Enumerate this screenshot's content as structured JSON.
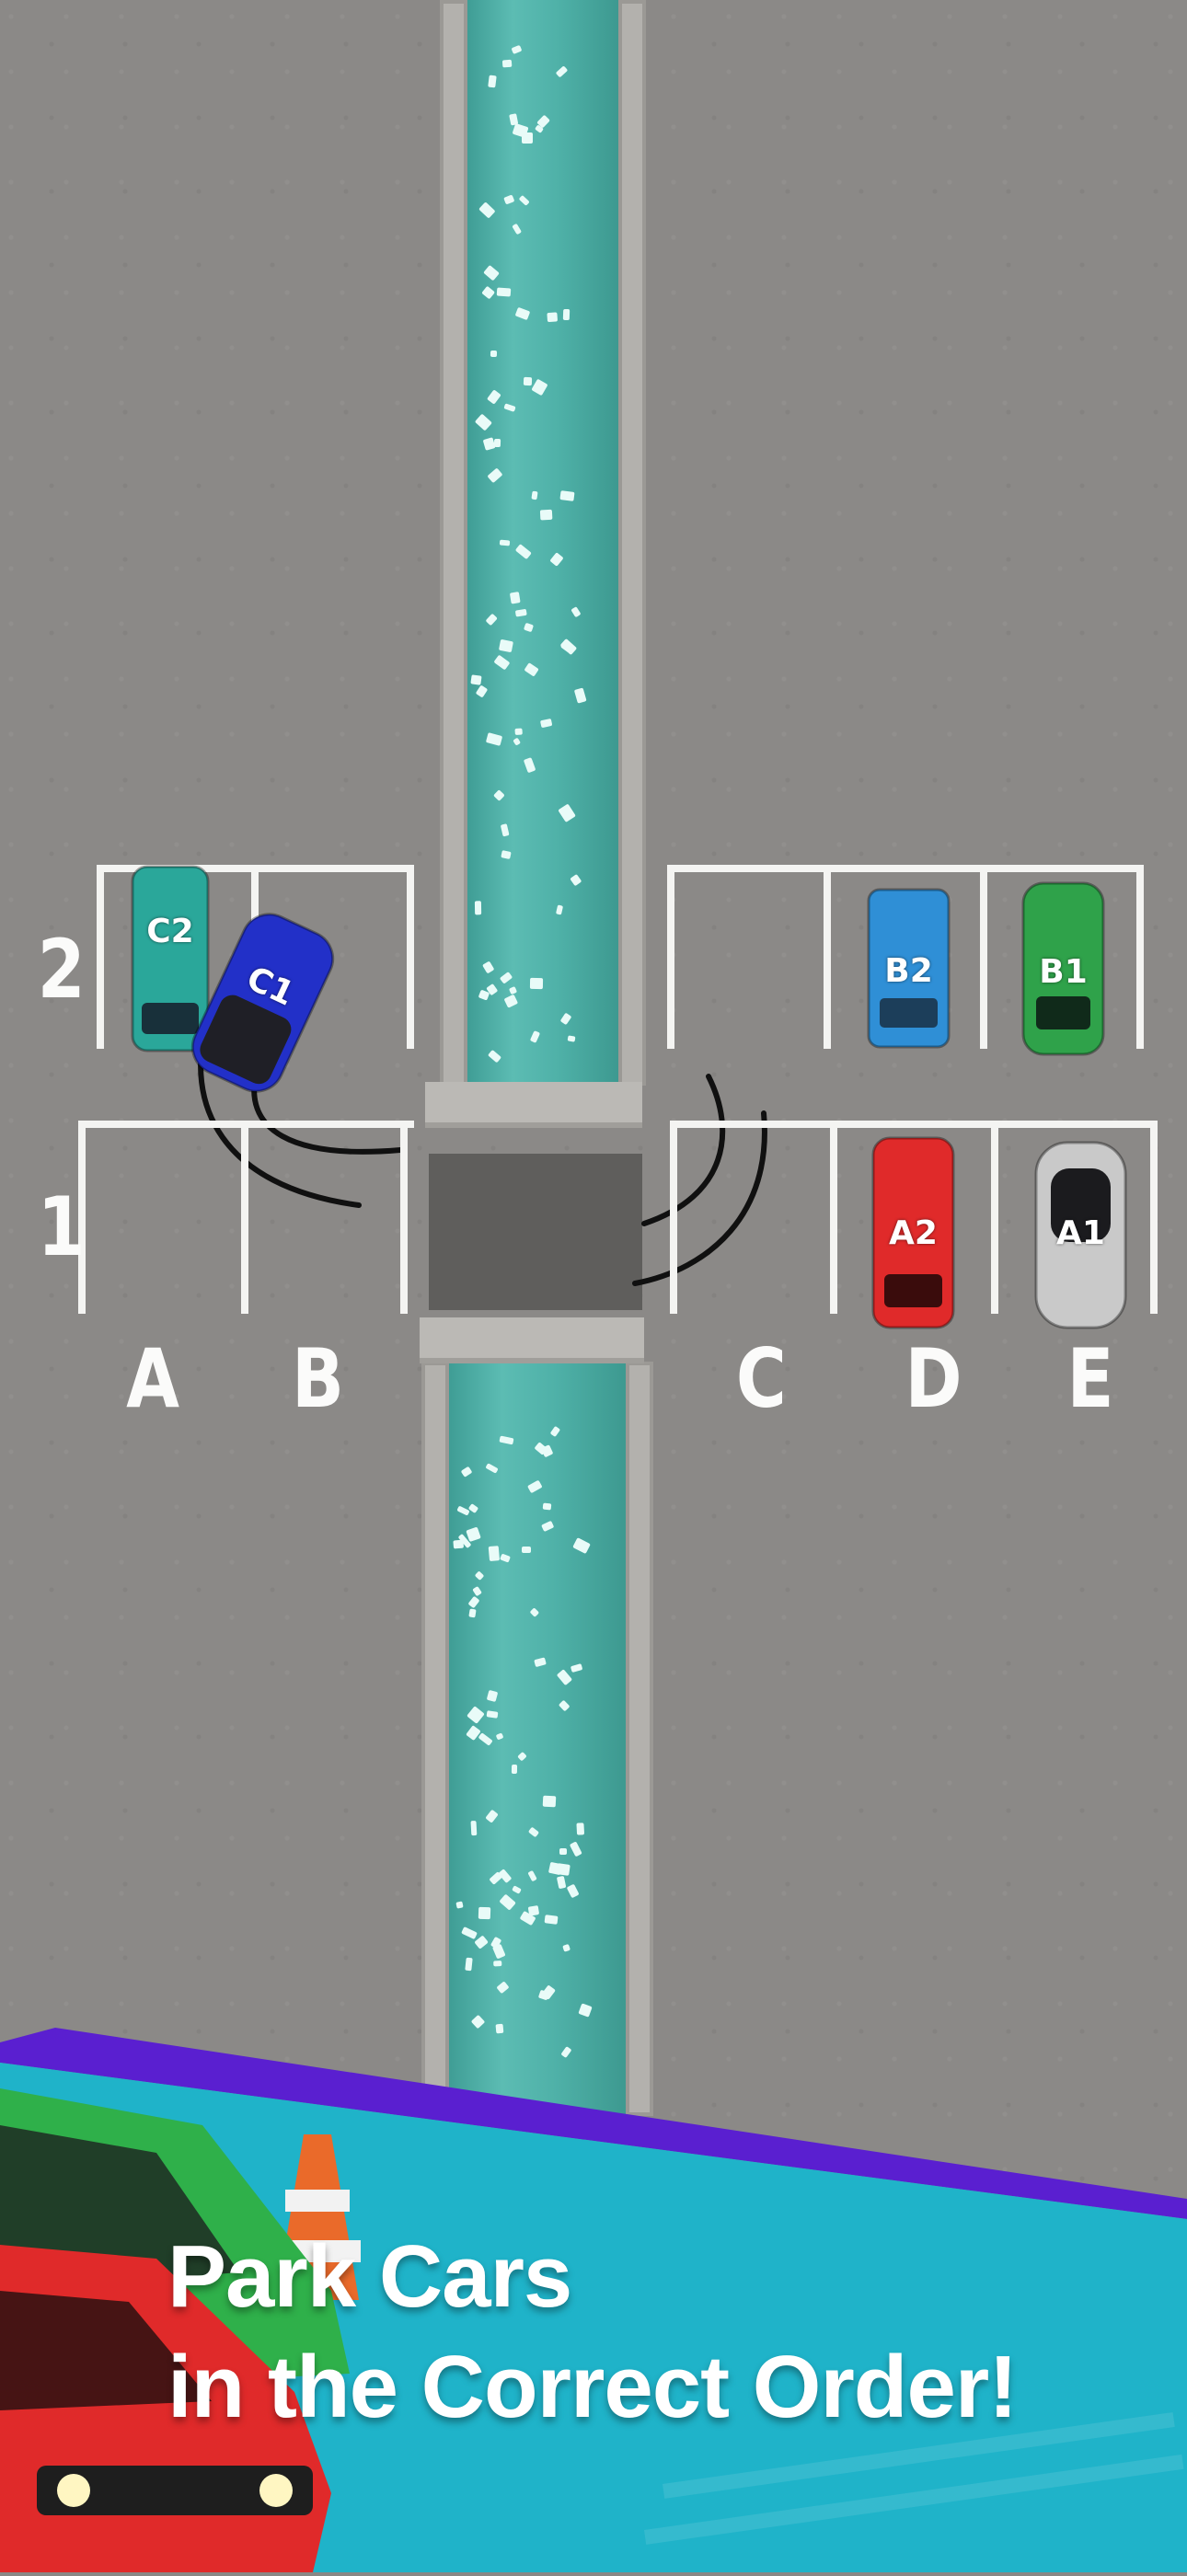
{
  "lot": {
    "row_labels": [
      "2",
      "1"
    ],
    "column_labels": [
      "A",
      "B",
      "C",
      "D",
      "E"
    ]
  },
  "cars": [
    {
      "tag": "C2",
      "color": "#2aa79a"
    },
    {
      "tag": "C1",
      "color": "#2230c8"
    },
    {
      "tag": "B2",
      "color": "#2f8fd6"
    },
    {
      "tag": "B1",
      "color": "#2fa24a"
    },
    {
      "tag": "A2",
      "color": "#e02a2a"
    },
    {
      "tag": "A1",
      "color": "#c9c9c9"
    }
  ],
  "banner": {
    "line1": "Park Cars",
    "line2": "in the Correct Order!",
    "accent": "#1fb3c9",
    "stripe": "#5a1fd0"
  }
}
